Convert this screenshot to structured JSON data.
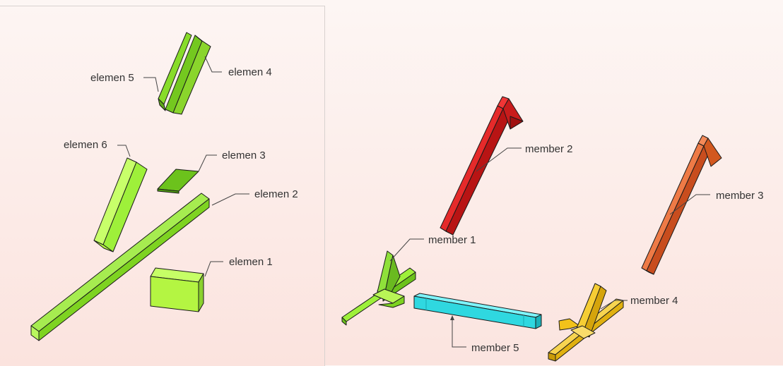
{
  "left_view": {
    "elements": [
      {
        "key": "e1",
        "label": "elemen 1",
        "color": "#b4f542"
      },
      {
        "key": "e2",
        "label": "elemen 2",
        "color": "#7ed321"
      },
      {
        "key": "e3",
        "label": "elemen 3",
        "color": "#6cc21c"
      },
      {
        "key": "e4",
        "label": "elemen 4",
        "color": "#74c81f"
      },
      {
        "key": "e5",
        "label": "elemen 5",
        "color": "#88dc2a"
      },
      {
        "key": "e6",
        "label": "elemen 6",
        "color": "#9ef03a"
      }
    ]
  },
  "right_view": {
    "members": [
      {
        "key": "m1",
        "label": "member 1",
        "color": "#8fe03a"
      },
      {
        "key": "m2",
        "label": "member 2",
        "color": "#d91a1a"
      },
      {
        "key": "m3",
        "label": "member 3",
        "color": "#e0612e"
      },
      {
        "key": "m4",
        "label": "member 4",
        "color": "#f2c21a"
      },
      {
        "key": "m5",
        "label": "member 5",
        "color": "#2fd8e0"
      }
    ]
  }
}
